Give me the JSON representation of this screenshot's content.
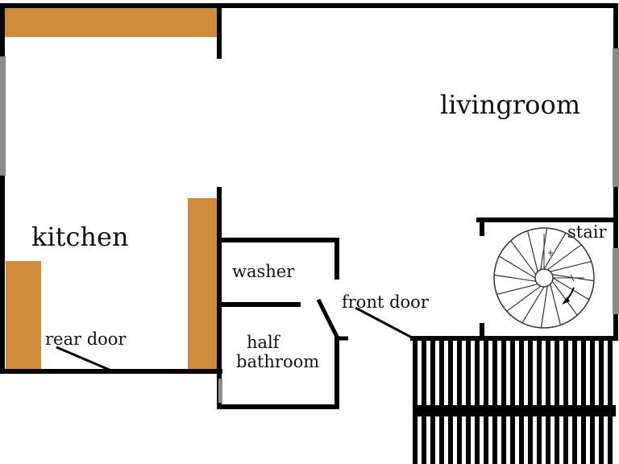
{
  "labels": {
    "livingroom": "livingroom",
    "kitchen": "kitchen",
    "washer": "washer",
    "front_door": "front door",
    "rear_door": "rear door",
    "half_bathroom_line1": "half",
    "half_bathroom_line2": "bathroom",
    "stair": "stair"
  },
  "colors": {
    "wall": "#000000",
    "counter": "#d08b3a",
    "window": "#8c8c8c",
    "background": "#ffffff"
  }
}
